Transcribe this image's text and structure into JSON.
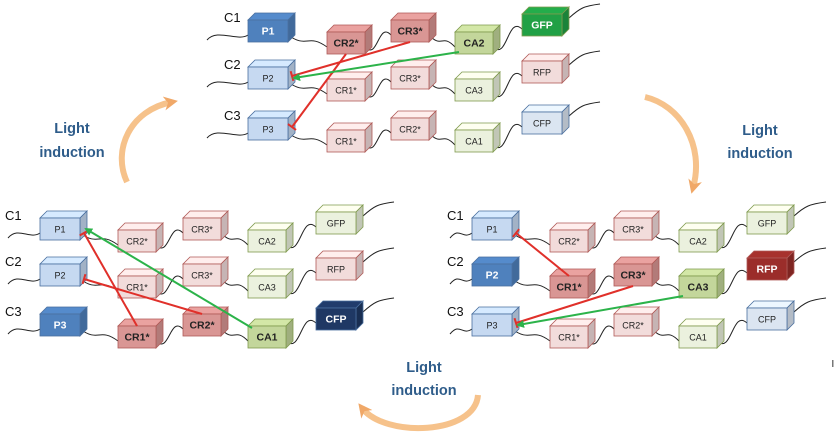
{
  "colors": {
    "p_light": "#c6d9f1",
    "p_mid": "#4f81bd",
    "p_dark": "#1f3864",
    "cr_light": "#f2dcdb",
    "cr_active": "#d99694",
    "ca_light": "#ebf1de",
    "ca_active": "#c3d69b",
    "gfp_light": "#ebf1de",
    "gfp_active": "#21a045",
    "rfp_light": "#f2dcdb",
    "rfp_active": "#9b2d2a",
    "cfp_light": "#dbe5f1",
    "cfp_active": "#1f3864",
    "repress": "#e0302a",
    "activate": "#2cb34a",
    "cycle_arrow": "#f6c28b"
  },
  "induction_label": [
    "Light",
    "induction"
  ],
  "panels": [
    {
      "id": "top",
      "rows": [
        {
          "label": "C1",
          "boxes": [
            {
              "text": "P1",
              "kind": "p",
              "state": "mid"
            },
            {
              "text": "CR2*",
              "kind": "cr",
              "state": "active"
            },
            {
              "text": "CR3*",
              "kind": "cr",
              "state": "active"
            },
            {
              "text": "CA2",
              "kind": "ca",
              "state": "active"
            },
            {
              "text": "GFP",
              "kind": "gfp",
              "state": "active"
            }
          ]
        },
        {
          "label": "C2",
          "boxes": [
            {
              "text": "P2",
              "kind": "p",
              "state": "light"
            },
            {
              "text": "CR1*",
              "kind": "cr",
              "state": "light"
            },
            {
              "text": "CR3*",
              "kind": "cr",
              "state": "light"
            },
            {
              "text": "CA3",
              "kind": "ca",
              "state": "light"
            },
            {
              "text": "RFP",
              "kind": "rfp",
              "state": "light"
            }
          ]
        },
        {
          "label": "C3",
          "boxes": [
            {
              "text": "P3",
              "kind": "p",
              "state": "light"
            },
            {
              "text": "CR1*",
              "kind": "cr",
              "state": "light"
            },
            {
              "text": "CR2*",
              "kind": "cr",
              "state": "light"
            },
            {
              "text": "CA1",
              "kind": "ca",
              "state": "light"
            },
            {
              "text": "CFP",
              "kind": "cfp",
              "state": "light"
            }
          ]
        }
      ]
    },
    {
      "id": "bottom-left",
      "rows": [
        {
          "label": "C1",
          "boxes": [
            {
              "text": "P1",
              "kind": "p",
              "state": "light"
            },
            {
              "text": "CR2*",
              "kind": "cr",
              "state": "light"
            },
            {
              "text": "CR3*",
              "kind": "cr",
              "state": "light"
            },
            {
              "text": "CA2",
              "kind": "ca",
              "state": "light"
            },
            {
              "text": "GFP",
              "kind": "gfp",
              "state": "light"
            }
          ]
        },
        {
          "label": "C2",
          "boxes": [
            {
              "text": "P2",
              "kind": "p",
              "state": "light"
            },
            {
              "text": "CR1*",
              "kind": "cr",
              "state": "light"
            },
            {
              "text": "CR3*",
              "kind": "cr",
              "state": "light"
            },
            {
              "text": "CA3",
              "kind": "ca",
              "state": "light"
            },
            {
              "text": "RFP",
              "kind": "rfp",
              "state": "light"
            }
          ]
        },
        {
          "label": "C3",
          "boxes": [
            {
              "text": "P3",
              "kind": "p",
              "state": "mid"
            },
            {
              "text": "CR1*",
              "kind": "cr",
              "state": "active"
            },
            {
              "text": "CR2*",
              "kind": "cr",
              "state": "active"
            },
            {
              "text": "CA1",
              "kind": "ca",
              "state": "active"
            },
            {
              "text": "CFP",
              "kind": "cfp",
              "state": "active"
            }
          ]
        }
      ]
    },
    {
      "id": "bottom-right",
      "rows": [
        {
          "label": "C1",
          "boxes": [
            {
              "text": "P1",
              "kind": "p",
              "state": "light"
            },
            {
              "text": "CR2*",
              "kind": "cr",
              "state": "light"
            },
            {
              "text": "CR3*",
              "kind": "cr",
              "state": "light"
            },
            {
              "text": "CA2",
              "kind": "ca",
              "state": "light"
            },
            {
              "text": "GFP",
              "kind": "gfp",
              "state": "light"
            }
          ]
        },
        {
          "label": "C2",
          "boxes": [
            {
              "text": "P2",
              "kind": "p",
              "state": "mid"
            },
            {
              "text": "CR1*",
              "kind": "cr",
              "state": "active"
            },
            {
              "text": "CR3*",
              "kind": "cr",
              "state": "active"
            },
            {
              "text": "CA3",
              "kind": "ca",
              "state": "active"
            },
            {
              "text": "RFP",
              "kind": "rfp",
              "state": "active"
            }
          ]
        },
        {
          "label": "C3",
          "boxes": [
            {
              "text": "P3",
              "kind": "p",
              "state": "light"
            },
            {
              "text": "CR1*",
              "kind": "cr",
              "state": "light"
            },
            {
              "text": "CR2*",
              "kind": "cr",
              "state": "light"
            },
            {
              "text": "CA1",
              "kind": "ca",
              "state": "light"
            },
            {
              "text": "CFP",
              "kind": "cfp",
              "state": "light"
            }
          ]
        }
      ]
    }
  ],
  "interactions": [
    {
      "panel": "top",
      "type": "repress",
      "from": "C1.CR3*",
      "to": "C2.P2"
    },
    {
      "panel": "top",
      "type": "repress",
      "from": "C1.CR2*",
      "to": "C3.P3"
    },
    {
      "panel": "top",
      "type": "activate",
      "from": "C1.CA2",
      "to": "C2.P2"
    },
    {
      "panel": "bottom-left",
      "type": "repress",
      "from": "C3.CR1*",
      "to": "C1.P1"
    },
    {
      "panel": "bottom-left",
      "type": "repress",
      "from": "C3.CR2*",
      "to": "C2.P2"
    },
    {
      "panel": "bottom-left",
      "type": "activate",
      "from": "C3.CA1",
      "to": "C1.P1"
    },
    {
      "panel": "bottom-right",
      "type": "repress",
      "from": "C2.CR1*",
      "to": "C1.P1"
    },
    {
      "panel": "bottom-right",
      "type": "repress",
      "from": "C2.CR3*",
      "to": "C3.P3"
    },
    {
      "panel": "bottom-right",
      "type": "activate",
      "from": "C2.CA3",
      "to": "C3.P3"
    }
  ]
}
